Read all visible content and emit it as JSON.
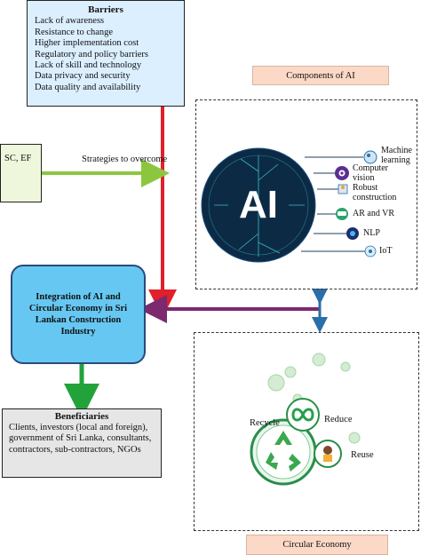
{
  "barriers": {
    "title": "Barriers",
    "items": [
      "Lack of awareness",
      "Resistance to change",
      "Higher implementation cost",
      "Regulatory and policy barriers",
      "Lack of skill and technology",
      "Data privacy and security",
      "Data quality and availability"
    ]
  },
  "sc_ef": {
    "label": "SC, EF"
  },
  "strategies": {
    "label": "Strategies to overcome"
  },
  "integration": {
    "label": "Integration of AI and Circular Economy in Sri Lankan Construction Industry"
  },
  "beneficiaries": {
    "title": "Beneficiaries",
    "text": "Clients, investors (local and foreign), government of Sri Lanka, consultants, contractors, sub-contractors, NGOs"
  },
  "components_ai": {
    "title": "Components of AI",
    "center_text": "AI",
    "items": [
      {
        "label": "Machine learning",
        "icon": "brain-icon"
      },
      {
        "label": "Computer vision",
        "icon": "eye-icon"
      },
      {
        "label": "Robust construction",
        "icon": "robot-arm-icon"
      },
      {
        "label": "AR and VR",
        "icon": "vr-headset-icon"
      },
      {
        "label": "NLP",
        "icon": "nlp-icon"
      },
      {
        "label": "IoT",
        "icon": "iot-icon"
      }
    ]
  },
  "circular_economy": {
    "title": "Circular Economy",
    "recycle": "Recycle",
    "reduce": "Reduce",
    "reuse": "Reuse"
  },
  "colors": {
    "barriers_bg": "#dcefff",
    "integration_bg": "#66c8f2",
    "beneficiaries_bg": "#e6e6e6",
    "label_bg": "#fbd9c6",
    "red_arrow": "#e0202a",
    "green_arrow": "#8cc63f",
    "dark_green_arrow": "#22a33a",
    "purple_arrow": "#7b2a6e",
    "blue_arrow": "#2a6fa8"
  }
}
